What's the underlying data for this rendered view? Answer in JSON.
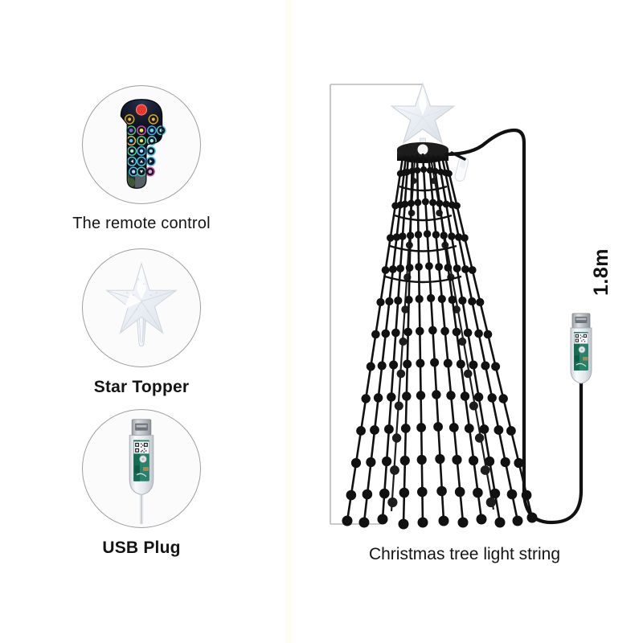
{
  "page": {
    "background": "#ffffff",
    "divider_color": "#fdfdf4"
  },
  "left_panel": {
    "features": [
      {
        "id": "remote-control",
        "label": "The remote control",
        "icon": "remote-control-icon",
        "bold": false,
        "detail": {
          "body_color": "#0d1020",
          "power_button_color": "#e8362a",
          "accent_buttons": [
            "#d9a227",
            "#d9a227"
          ],
          "button_rows": 5,
          "buttons_per_row": 3
        }
      },
      {
        "id": "star-topper",
        "label": "Star Topper",
        "icon": "star-topper-icon",
        "bold": true,
        "detail": {
          "star_color": "#f2f4f7",
          "points": 5,
          "stem": true
        }
      },
      {
        "id": "usb-plug",
        "label": "USB Plug",
        "icon": "usb-plug-icon",
        "bold": true,
        "detail": {
          "connector_color": "#b9bcc0",
          "body_color": "#e9ecef",
          "pcb_color": "#17795e",
          "qr_label": true
        }
      }
    ]
  },
  "right_panel": {
    "caption": "Christmas tree light string",
    "dimension": {
      "label": "1.8m",
      "orientation": "vertical",
      "line_color": "#b9b9b9"
    },
    "product": {
      "star_topper_color": "#eef1f5",
      "hub_color": "#111111",
      "string_color": "#111111",
      "string_count": 12,
      "led_color": "#111111",
      "cable_color": "#111111",
      "receiver_color": "#fafafa",
      "usb_plug": {
        "connector_color": "#b9bcc0",
        "body_color": "#eceef0",
        "pcb_color": "#17795e"
      }
    }
  }
}
